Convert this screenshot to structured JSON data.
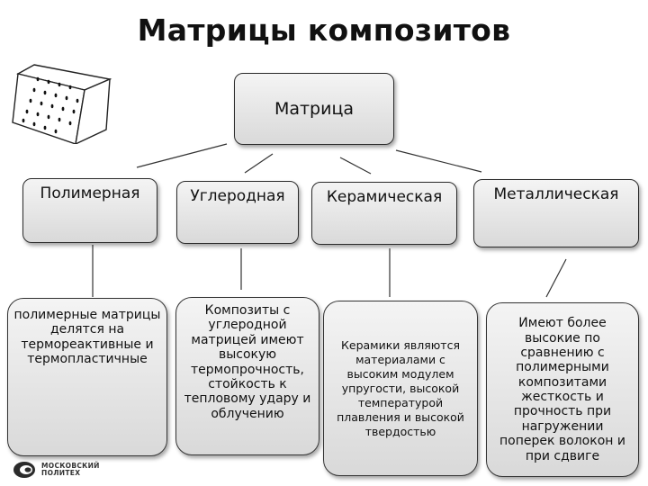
{
  "title": "Матрицы композитов",
  "root": {
    "label": "Матрица"
  },
  "categories": [
    {
      "label": "Полимерная",
      "description": "полимерные матрицы делятся на термореактивные и термопластичные"
    },
    {
      "label": "Углеродная",
      "description": "Композиты с углеродной матрицей имеют высокую термопрочность, стойкость к тепловому удару и облучению"
    },
    {
      "label": "Керамическая",
      "description": "Керамики являются материалами с высоким модулем упругости, высокой температурой плавления и высокой твердостью"
    },
    {
      "label": "Металлическая",
      "description": "Имеют более высокие по сравнению с полимерными композитами жесткость и прочность при нагружении поперек волокон и при сдвиге"
    }
  ],
  "logo": {
    "line1": "московский",
    "line2": "политех"
  }
}
